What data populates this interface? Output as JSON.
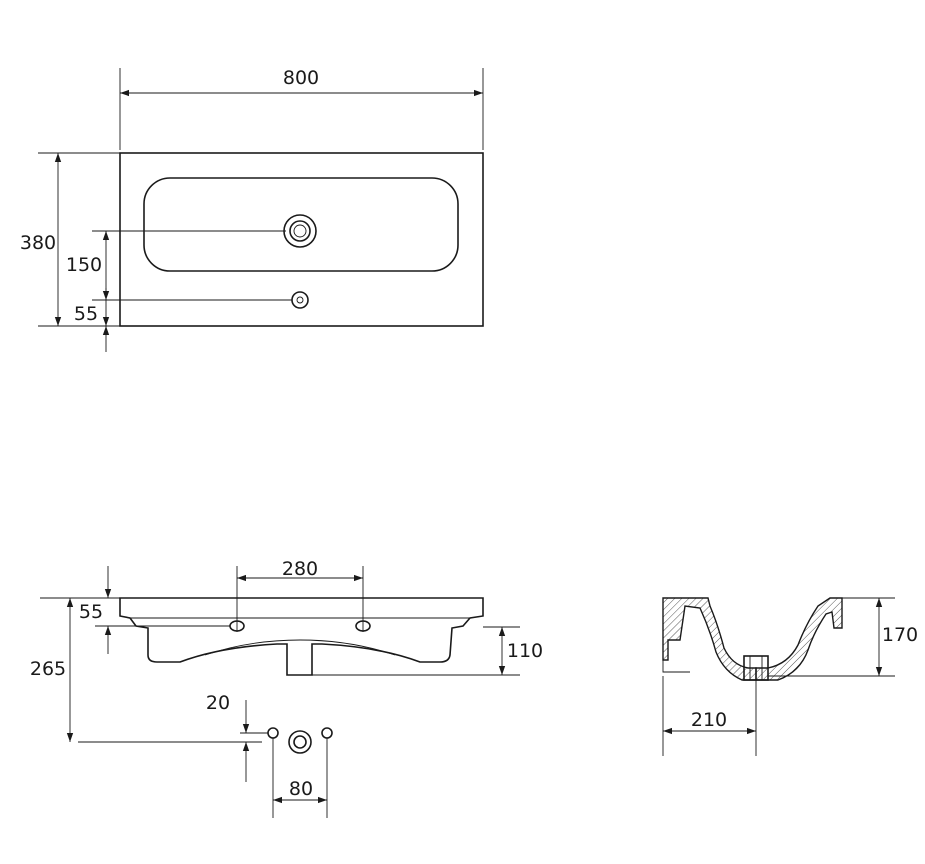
{
  "dimensions": {
    "width_overall": "800",
    "depth_overall": "380",
    "tap_hole_offset": "150",
    "overflow_offset": "55",
    "mounting_spacing": "280",
    "mounting_hole_offset": "55",
    "drain_height": "110",
    "drain_depth": "265",
    "bracket_offset": "20",
    "bracket_spacing": "80",
    "bowl_height": "170",
    "bowl_depth": "210"
  }
}
